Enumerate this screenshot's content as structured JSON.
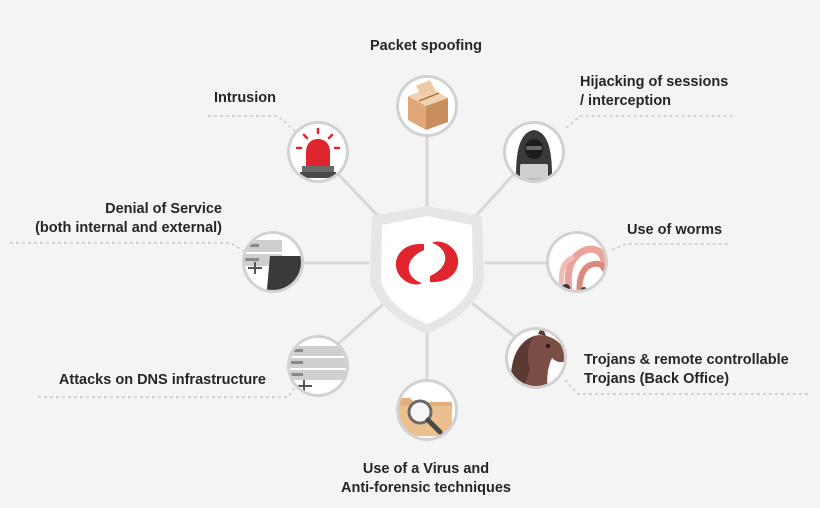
{
  "threats": {
    "packet_spoofing": "Packet spoofing",
    "hijacking": [
      "Hijacking of sessions",
      "/ interception"
    ],
    "intrusion": "Intrusion",
    "dos": [
      "Denial of Service",
      "(both internal and external)"
    ],
    "worms": "Use of worms",
    "dns": "Attacks on DNS infrastructure",
    "trojans": [
      "Trojans & remote controllable",
      "Trojans (Back Office)"
    ],
    "virus": [
      "Use of a Virus and",
      "Anti-forensic techniques"
    ]
  },
  "icons": {
    "center": "shield-logo-icon",
    "packet_spoofing": "package-icon",
    "hijacking": "hooded-hacker-icon",
    "intrusion": "alarm-siren-icon",
    "dos": "server-rack-icon",
    "worms": "worms-icon",
    "dns": "server-rack-icon",
    "trojans": "horse-head-icon",
    "virus": "magnifier-folder-icon"
  },
  "colors": {
    "accent": "#e0252e",
    "background": "#f4f4f4",
    "shield": "#e6e6e6",
    "node_ring": "#d2d2d2",
    "connector": "#d8d8d8",
    "text": "#262626"
  }
}
